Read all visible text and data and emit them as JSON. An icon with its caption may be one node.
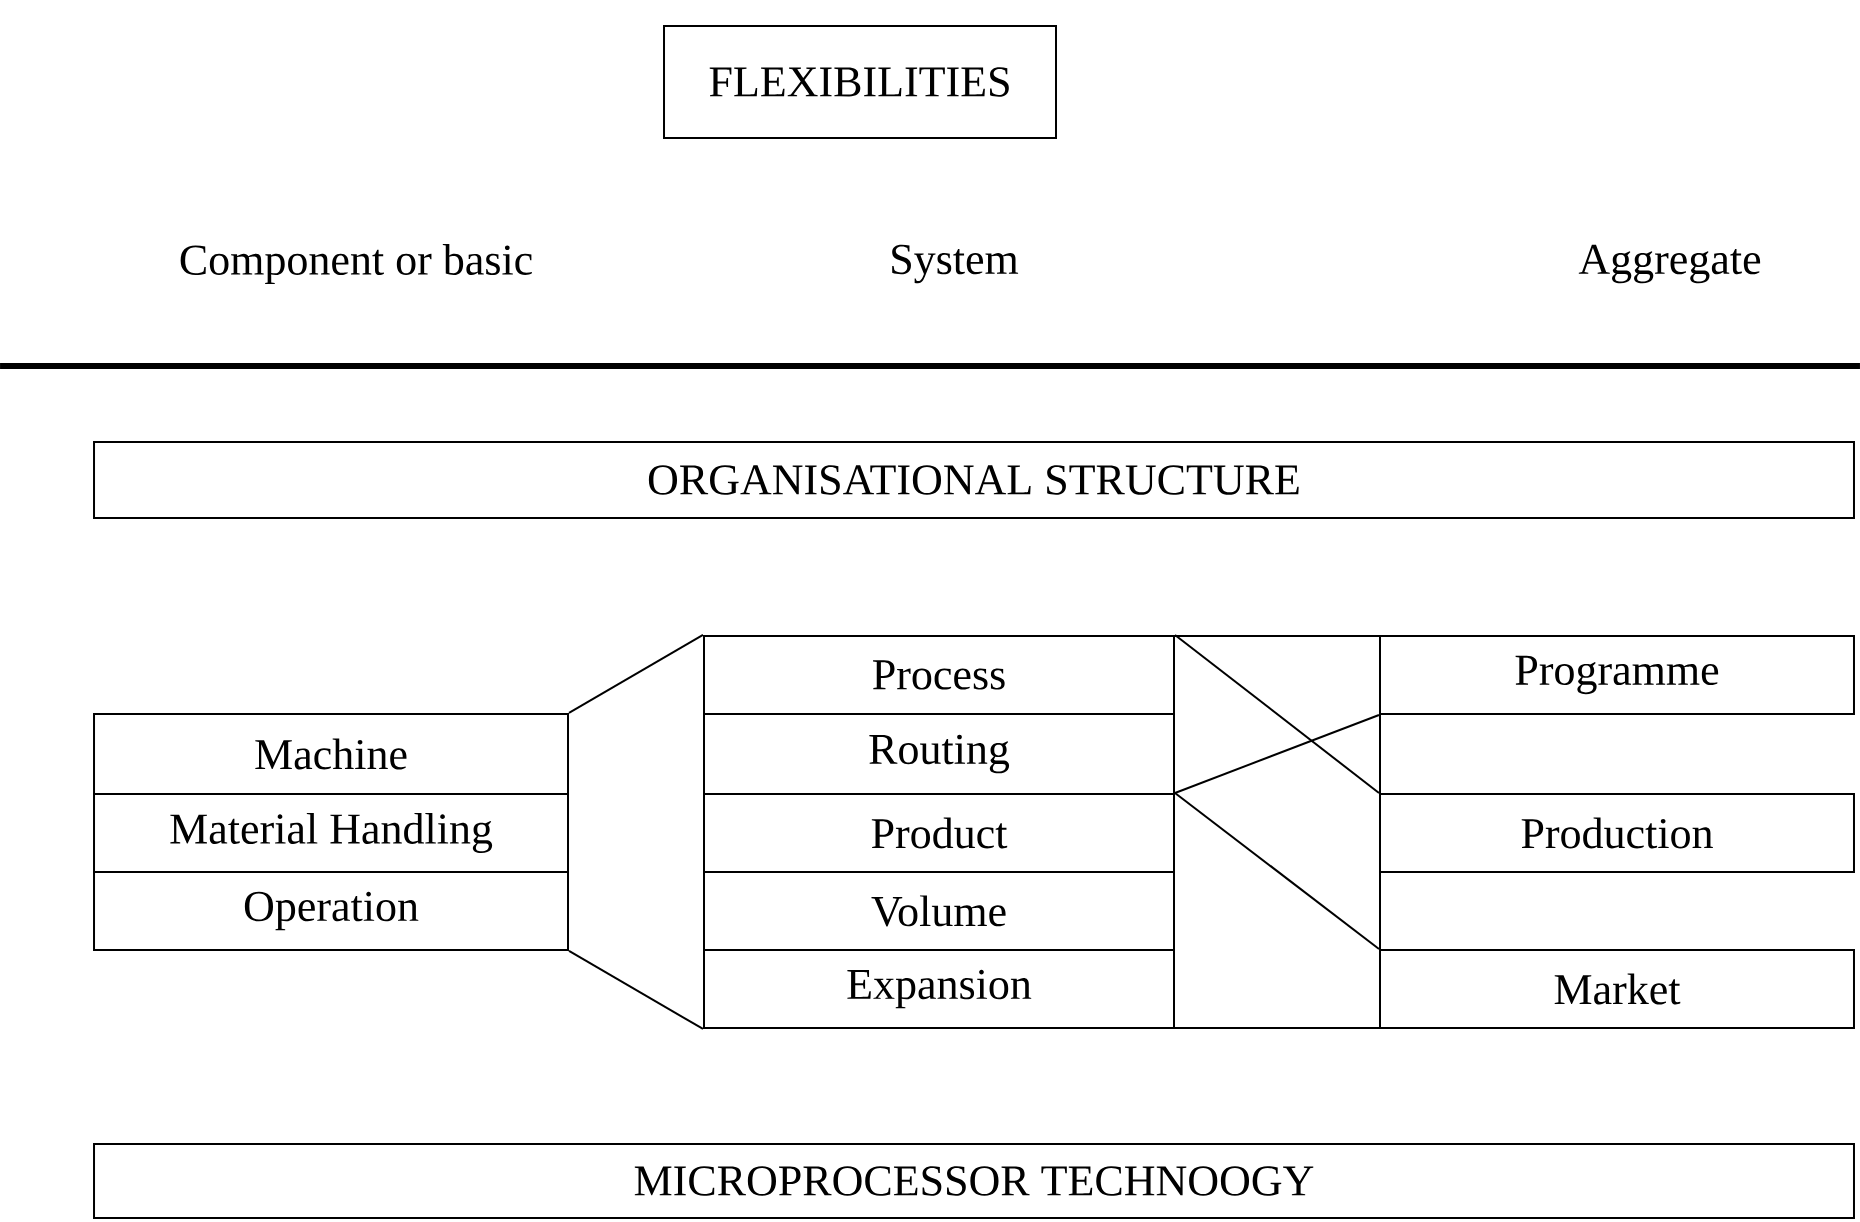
{
  "diagram": {
    "nodes": [
      {
        "text": [
          "FLEXIBILITIES"
        ]
      },
      {
        "text": [
          "ORGANISATIONAL STRUCTURE"
        ]
      },
      {
        "text": [
          "Machine"
        ]
      },
      {
        "text": [
          "Material Handling"
        ]
      },
      {
        "text": [
          "Operation"
        ]
      },
      {
        "text": [
          "Process"
        ]
      },
      {
        "text": [
          "Routing"
        ]
      },
      {
        "text": [
          "Product"
        ]
      },
      {
        "text": [
          "Volume"
        ]
      },
      {
        "text": [
          "Expansion"
        ]
      },
      {
        "text": [
          "Programme"
        ]
      },
      {
        "text": [
          "Production"
        ]
      },
      {
        "text": [
          "Market"
        ]
      },
      {
        "text": [
          "MICROPROCESSOR TECHNOOGY"
        ]
      }
    ],
    "edges": [
      {
        "from": 2,
        "to": 5,
        "arrow": "none"
      },
      {
        "from": 4,
        "to": 9,
        "arrow": "none"
      },
      {
        "from": 5,
        "to": 11,
        "arrow": "none"
      },
      {
        "from": 7,
        "to": 10,
        "arrow": "none"
      },
      {
        "from": 7,
        "to": 12,
        "arrow": "none"
      }
    ],
    "labels": [
      "Component or basic",
      "System",
      "Aggregate"
    ]
  }
}
